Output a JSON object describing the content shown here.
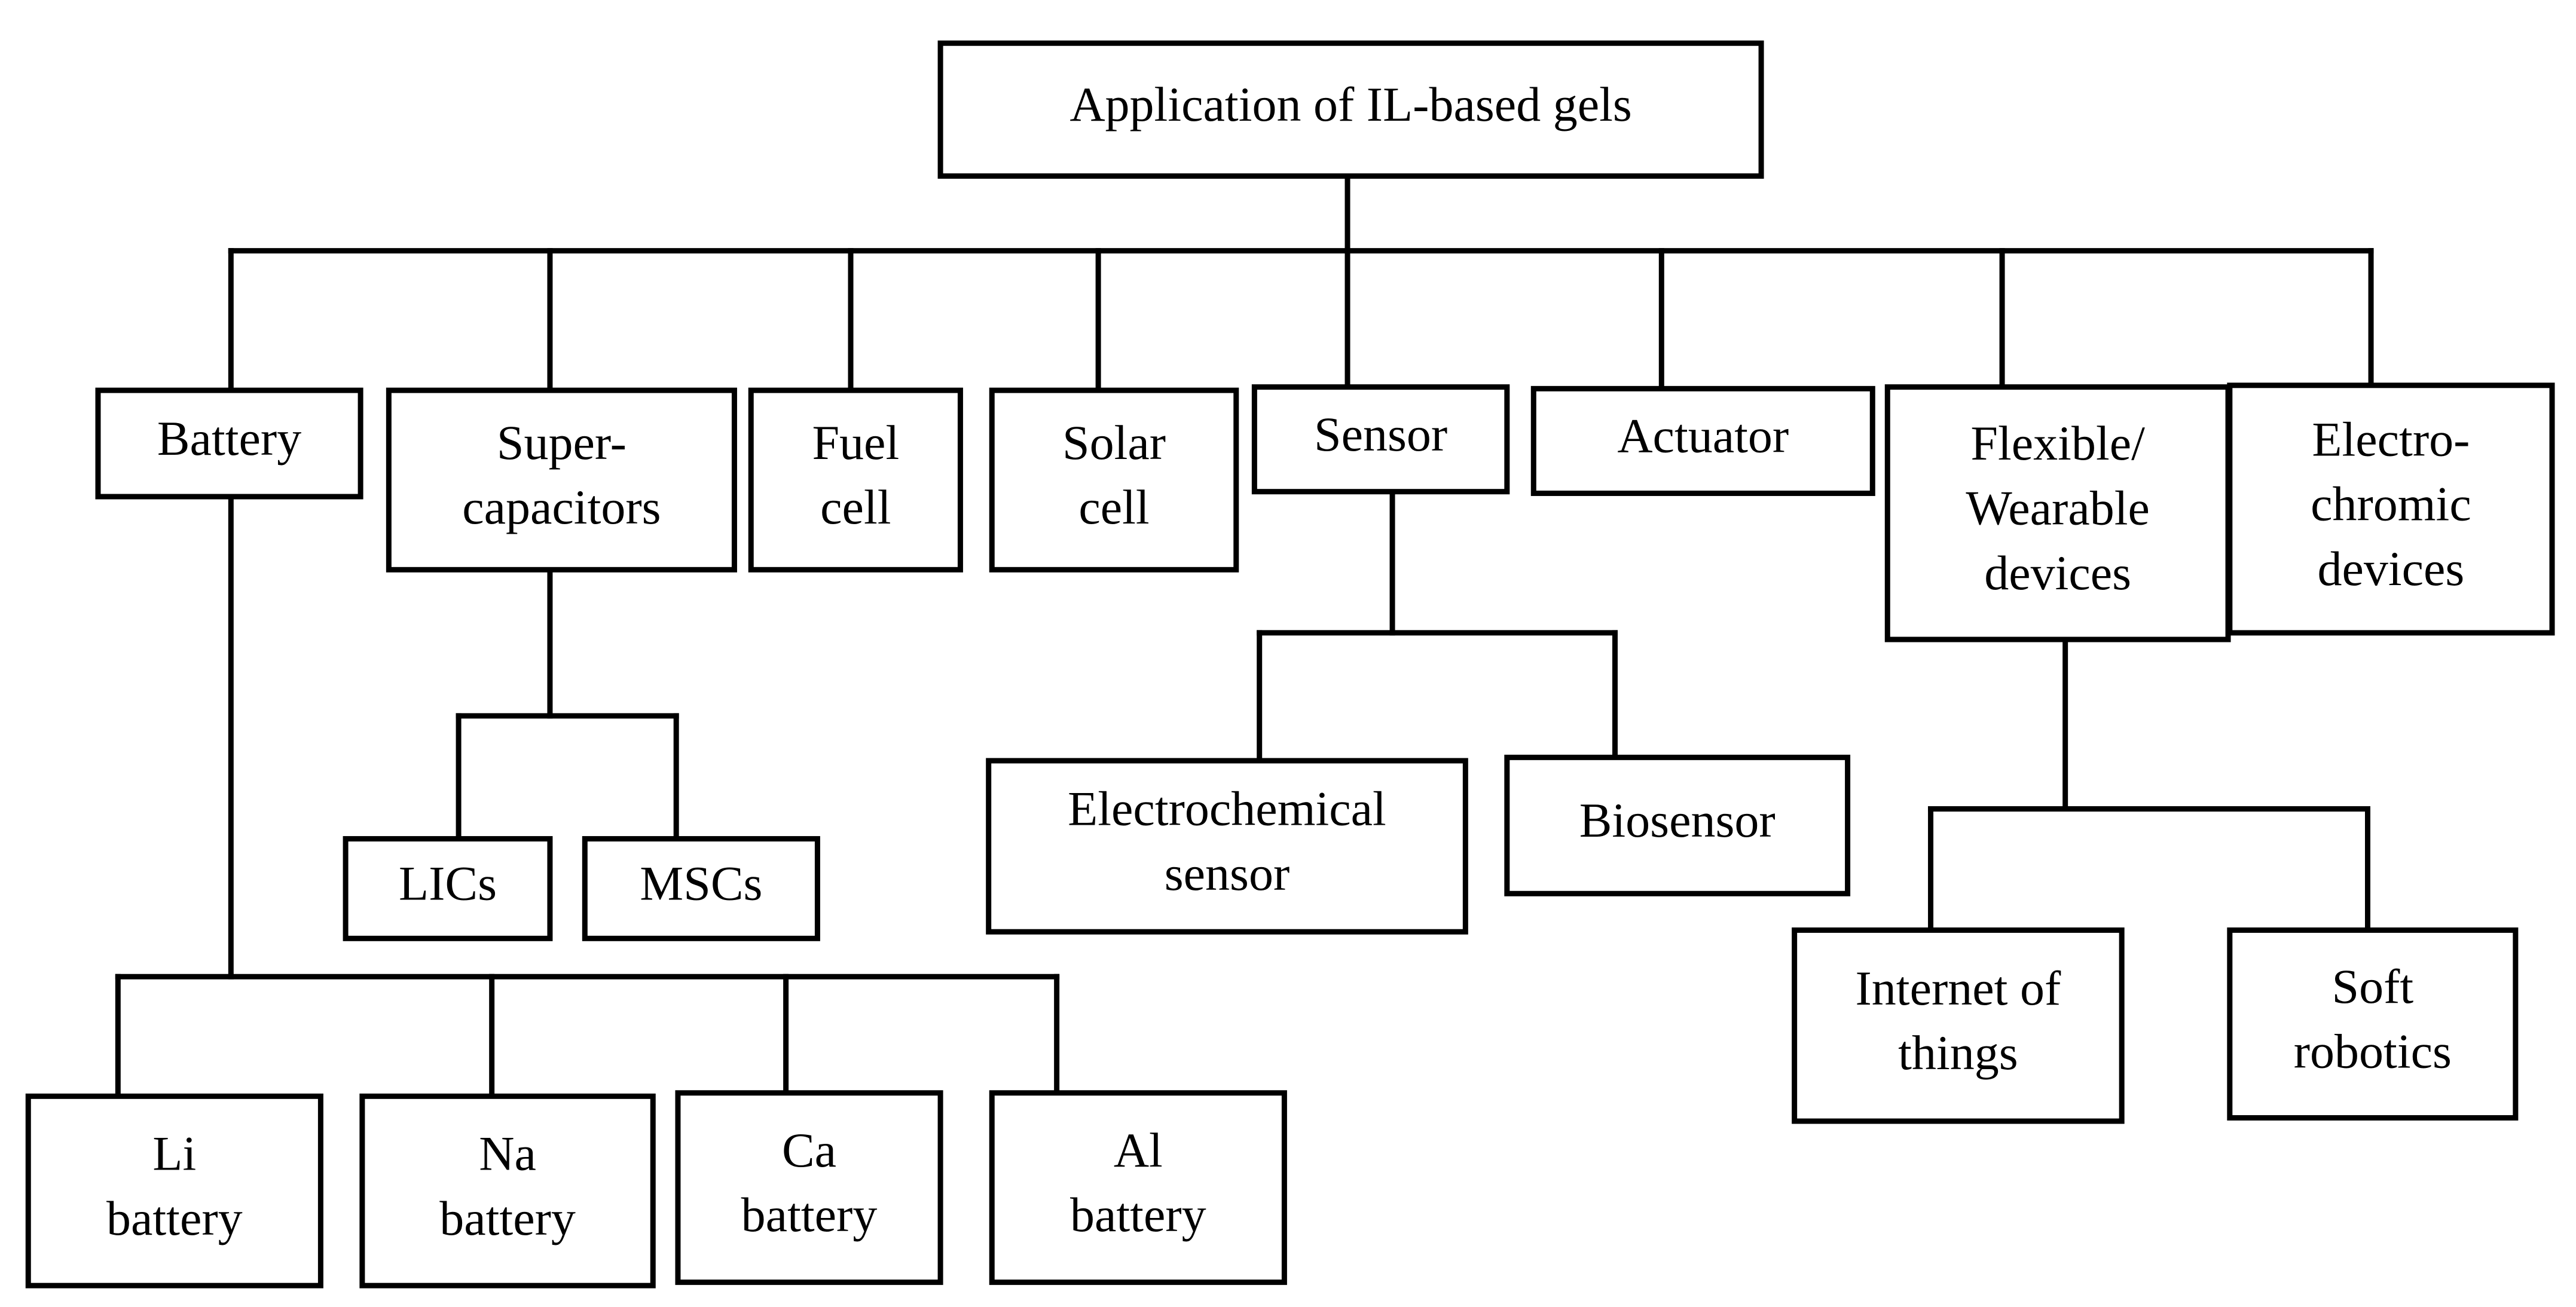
{
  "root": {
    "lines": [
      "Application of IL-based gels"
    ]
  },
  "categories": [
    {
      "id": "battery",
      "lines": [
        "Battery"
      ]
    },
    {
      "id": "supercapacitors",
      "lines": [
        "Super-",
        "capacitors"
      ]
    },
    {
      "id": "fuel-cell",
      "lines": [
        "Fuel",
        "cell"
      ]
    },
    {
      "id": "solar-cell",
      "lines": [
        "Solar",
        "cell"
      ]
    },
    {
      "id": "sensor",
      "lines": [
        "Sensor"
      ]
    },
    {
      "id": "actuator",
      "lines": [
        "Actuator"
      ]
    },
    {
      "id": "flexible-wearable",
      "lines": [
        "Flexible/",
        "Wearable",
        "devices"
      ]
    },
    {
      "id": "electrochromic",
      "lines": [
        "Electro-",
        "chromic",
        "devices"
      ]
    }
  ],
  "children": {
    "supercapacitors": [
      {
        "id": "lics",
        "lines": [
          "LICs"
        ]
      },
      {
        "id": "mscs",
        "lines": [
          "MSCs"
        ]
      }
    ],
    "battery": [
      {
        "id": "li-battery",
        "lines": [
          "Li",
          "battery"
        ]
      },
      {
        "id": "na-battery",
        "lines": [
          "Na",
          "battery"
        ]
      },
      {
        "id": "ca-battery",
        "lines": [
          "Ca",
          "battery"
        ]
      },
      {
        "id": "al-battery",
        "lines": [
          "Al",
          "battery"
        ]
      }
    ],
    "sensor": [
      {
        "id": "electrochemical-sensor",
        "lines": [
          "Electrochemical",
          "sensor"
        ]
      },
      {
        "id": "biosensor",
        "lines": [
          "Biosensor"
        ]
      }
    ],
    "flexible-wearable": [
      {
        "id": "internet-of-things",
        "lines": [
          "Internet of",
          "things"
        ]
      },
      {
        "id": "soft-robotics",
        "lines": [
          "Soft",
          "robotics"
        ]
      }
    ]
  },
  "colors": {
    "stroke": "#000000",
    "fill": "#ffffff",
    "text": "#000000"
  }
}
